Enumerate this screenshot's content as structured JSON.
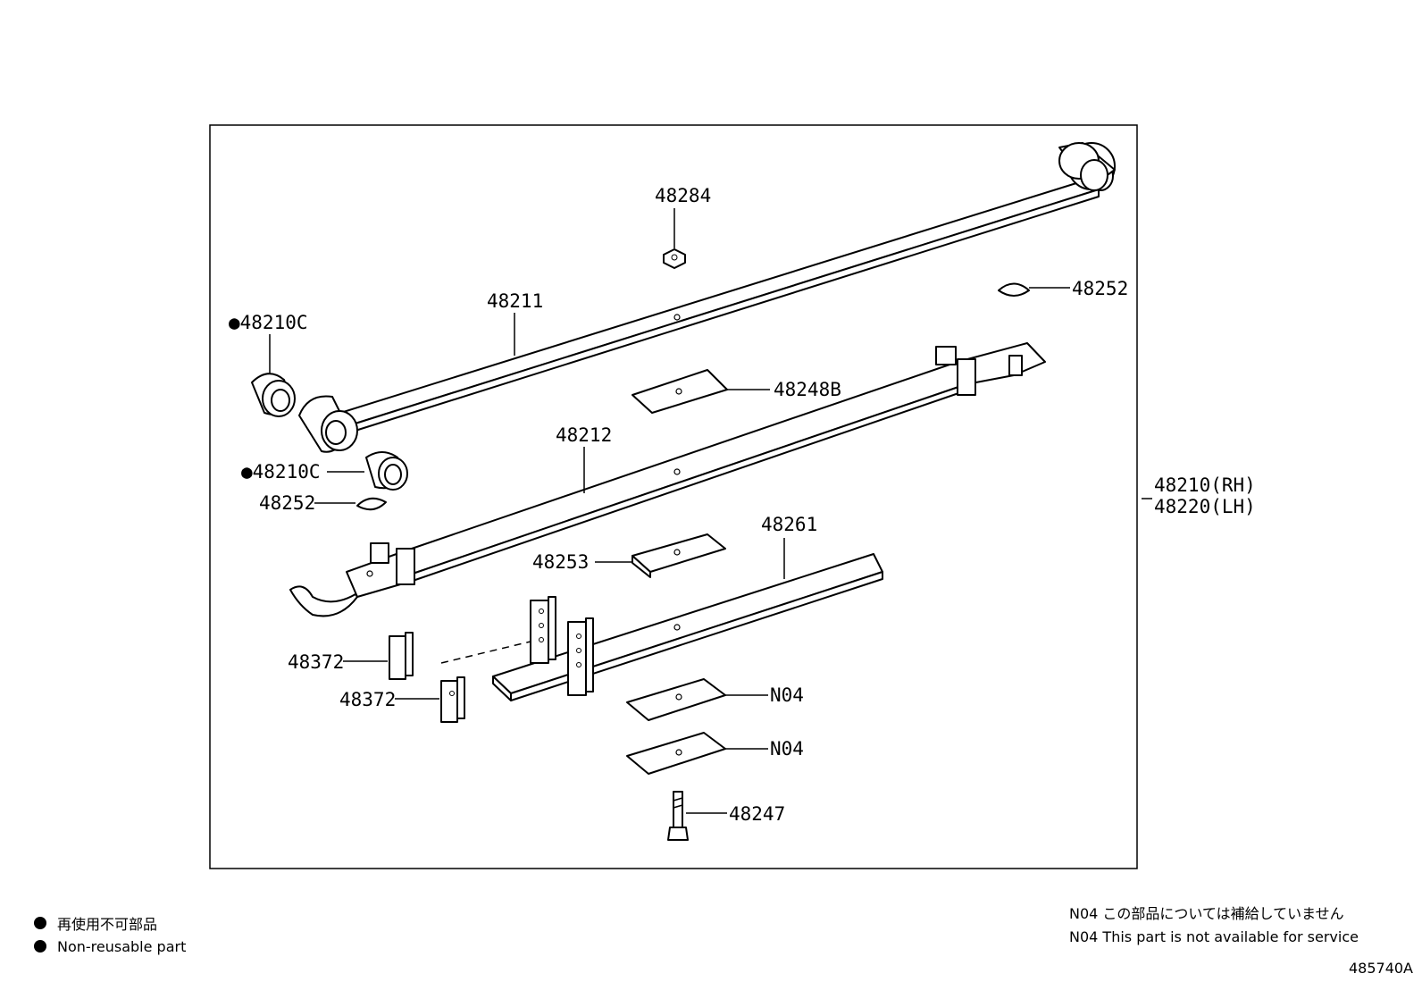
{
  "labels": {
    "l48284": "48284",
    "l48252a": "48252",
    "l48211": "48211",
    "l48210c_a": "●48210C",
    "l48248b": "48248B",
    "l48212": "48212",
    "l48210c_b": "●48210C",
    "l48252b": "48252",
    "l48210rh": "48210(RH)",
    "l48220lh": "48220(LH)",
    "l48261": "48261",
    "l48253": "48253",
    "l48372a": "48372",
    "l48372b": "48372",
    "n04a": "N04",
    "n04b": "N04",
    "l48247": "48247"
  },
  "legend": {
    "jp": "再使用不可部品",
    "en": "Non-reusable part"
  },
  "note": {
    "jp": "N04 この部品については補給していません",
    "en": "N04 This part is not available for service"
  },
  "figure_code": "485740A"
}
